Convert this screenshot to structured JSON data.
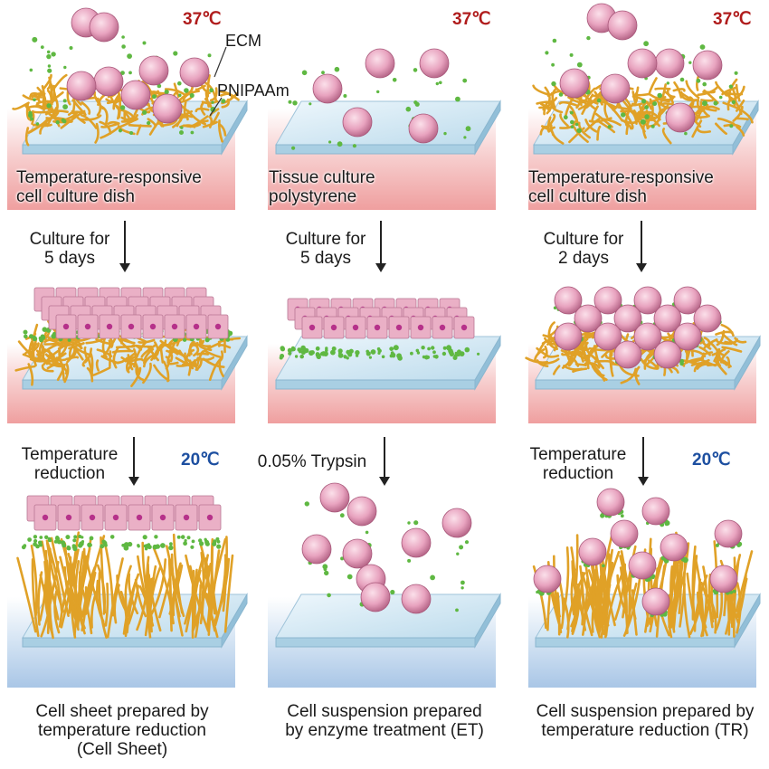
{
  "temps": {
    "hot": "37℃",
    "cold": "20℃"
  },
  "callouts": {
    "ecm": "ECM",
    "pnipaam": "PNIPAAm"
  },
  "columns": [
    {
      "dish_label": [
        "Temperature-responsive",
        "cell culture dish"
      ],
      "step1": [
        "Culture for",
        "5 days"
      ],
      "step2": [
        "Temperature",
        "reduction"
      ],
      "caption": [
        "Cell sheet prepared by",
        "temperature reduction",
        "(Cell Sheet)"
      ]
    },
    {
      "dish_label": [
        "Tissue culture",
        "polystyrene"
      ],
      "step1": [
        "Culture for",
        "5 days"
      ],
      "step2": [
        "0.05% Trypsin"
      ],
      "caption": [
        "Cell suspension prepared",
        "by enzyme treatment (ET)"
      ]
    },
    {
      "dish_label": [
        "Temperature-responsive",
        "cell culture dish"
      ],
      "step1": [
        "Culture for",
        "2 days"
      ],
      "step2": [
        "Temperature",
        "reduction"
      ],
      "caption": [
        "Cell suspension prepared by",
        "temperature reduction (TR)"
      ]
    }
  ],
  "colors": {
    "warm_band": "#ef9f9f",
    "cool_band": "#a9c6e6",
    "cell": "#e8a3bf",
    "nucleus": "#b6318a",
    "polymer": "#e0a127",
    "ecm": "#5fb842",
    "dish": "#cfe6f2",
    "hot_text": "#b01c1c",
    "cold_text": "#1d4fa0"
  }
}
